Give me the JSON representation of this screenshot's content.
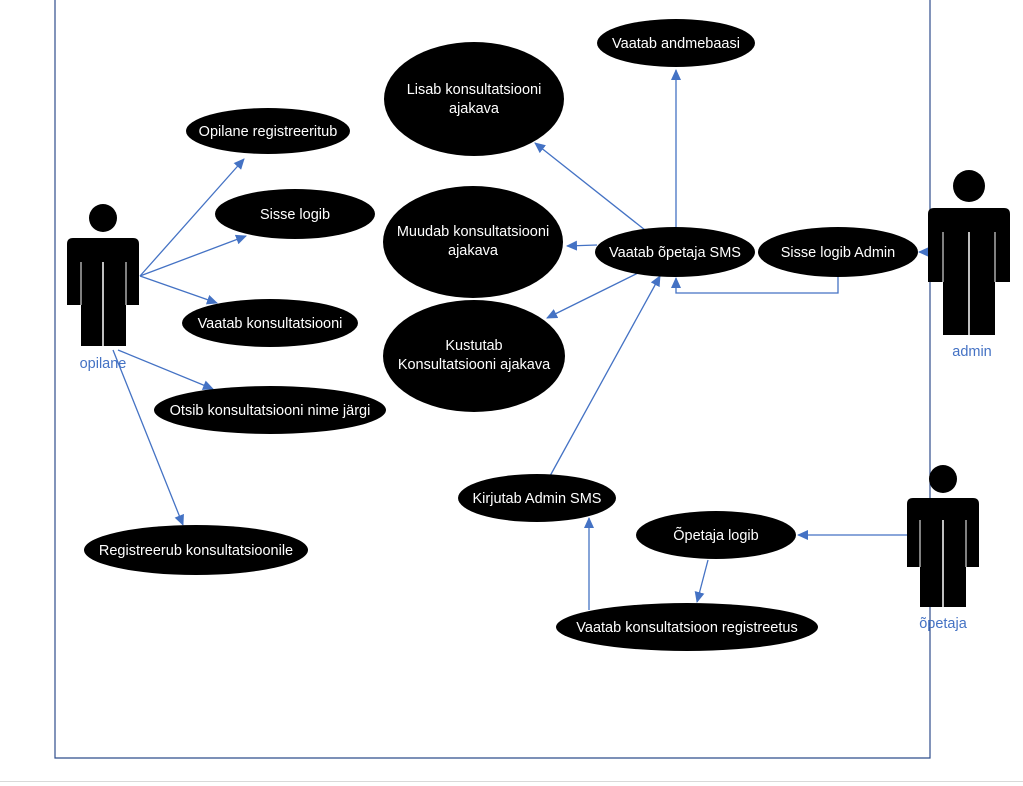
{
  "colors": {
    "boundary": "#2f4d8c",
    "arrow": "#4472c4",
    "usecase_fill": "#000000",
    "usecase_text": "#ffffff",
    "actor_fill": "#000000",
    "actor_label": "#4472c4"
  },
  "actors": {
    "opilane": "opilane",
    "admin": "admin",
    "opetaja": "õpetaja"
  },
  "usecases": {
    "opilane_registreeritub": [
      "Opilane registreeritub"
    ],
    "sisse_logib": [
      "Sisse logib"
    ],
    "vaatab_konsultatsiooni": [
      "Vaatab konsultatsiooni"
    ],
    "otsib_konsultatsiooni": [
      "Otsib konsultatsiooni nime järgi"
    ],
    "registreerub_konsultatsioonile": [
      "Registreerub konsultatsioonile"
    ],
    "vaatab_andmebaasi": [
      "Vaatab andmebaasi"
    ],
    "lisab_ajakava": [
      "Lisab konsultatsiooni",
      "ajakava"
    ],
    "muudab_ajakava": [
      "Muudab konsultatsiooni",
      "ajakava"
    ],
    "kustutab_ajakava": [
      "Kustutab",
      "Konsultatsiooni ajakava"
    ],
    "vaatab_opetaja_sms": [
      "Vaatab õpetaja SMS"
    ],
    "sisse_logib_admin": [
      "Sisse logib Admin"
    ],
    "kirjutab_admin_sms": [
      "Kirjutab Admin SMS"
    ],
    "opetaja_logib": [
      "Õpetaja logib"
    ],
    "vaatab_registreetus": [
      "Vaatab  konsultatsioon registreetus"
    ]
  }
}
